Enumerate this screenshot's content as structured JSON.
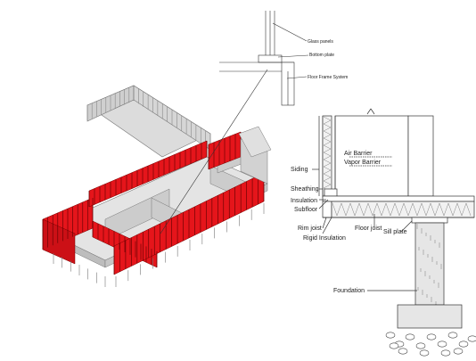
{
  "colors": {
    "framing_accent": "#e5151b",
    "framing_gray": "#c9c9c9",
    "line": "#333333",
    "insulation": "#f2f2f2",
    "foundation": "#e6e6e6"
  },
  "window_detail": {
    "labels": [
      "Glass panels",
      "Bottom plate",
      "Floor Frame System"
    ]
  },
  "wall_section": {
    "labels": [
      "Air Barrier",
      "Vapor Barrier",
      "Siding",
      "Sheathing",
      "Insulation",
      "Subfloor",
      "Rim joist",
      "Floor joist",
      "Sill plate",
      "Rigid Insulation",
      "Foundation"
    ]
  }
}
